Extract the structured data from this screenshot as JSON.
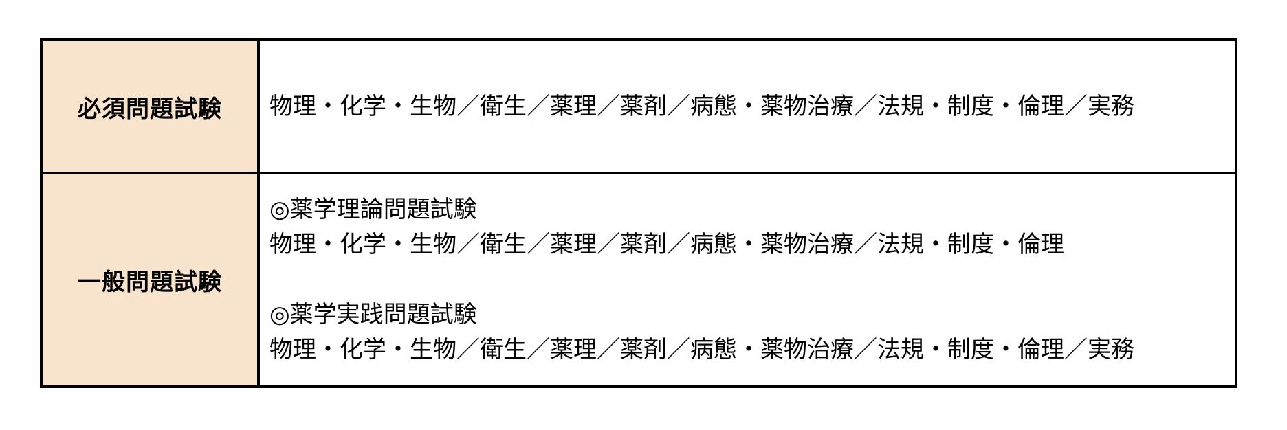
{
  "colors": {
    "label_bg": "#F8E3CC",
    "border": "#000000",
    "page_bg": "#FFFFFF",
    "text": "#000000"
  },
  "table": {
    "rows": [
      {
        "label": "必須問題試験",
        "content": "物理・化学・生物／衛生／薬理／薬剤／病態・薬物治療／法規・制度・倫理／実務"
      },
      {
        "label": "一般問題試験",
        "sections": [
          {
            "title": "◎薬学理論問題試験",
            "subjects": "物理・化学・生物／衛生／薬理／薬剤／病態・薬物治療／法規・制度・倫理"
          },
          {
            "title": "◎薬学実践問題試験",
            "subjects": "物理・化学・生物／衛生／薬理／薬剤／病態・薬物治療／法規・制度・倫理／実務"
          }
        ]
      }
    ]
  }
}
